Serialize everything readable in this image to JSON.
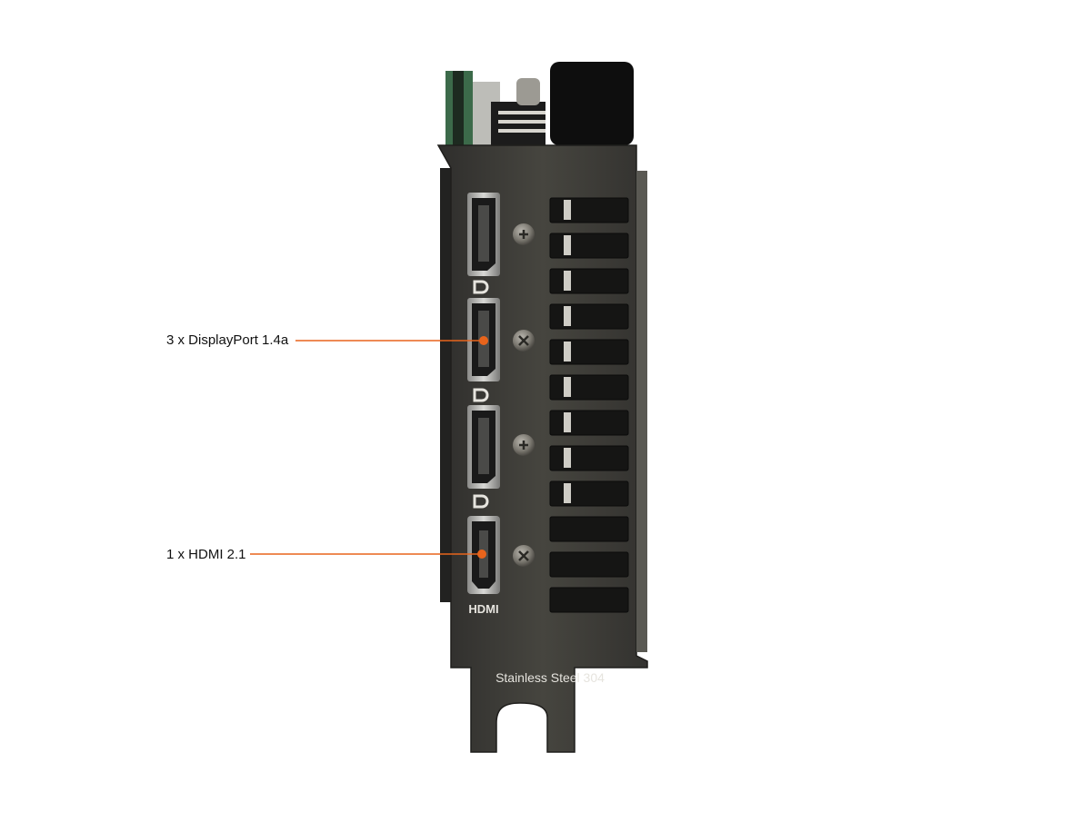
{
  "callouts": [
    {
      "label": "3 x DisplayPort 1.4a"
    },
    {
      "label": "1 x HDMI 2.1"
    }
  ],
  "bracket": {
    "port_logo_dp": "DP",
    "port_logo_hdmi": "HDMI",
    "material_text": "Stainless Steel 304"
  },
  "colors": {
    "callout_line": "#e8641c",
    "bracket": "#3d3c3a",
    "background": "#ffffff"
  },
  "icons": [
    "displayport-logo-icon",
    "hdmi-logo-icon",
    "screw-icon"
  ]
}
